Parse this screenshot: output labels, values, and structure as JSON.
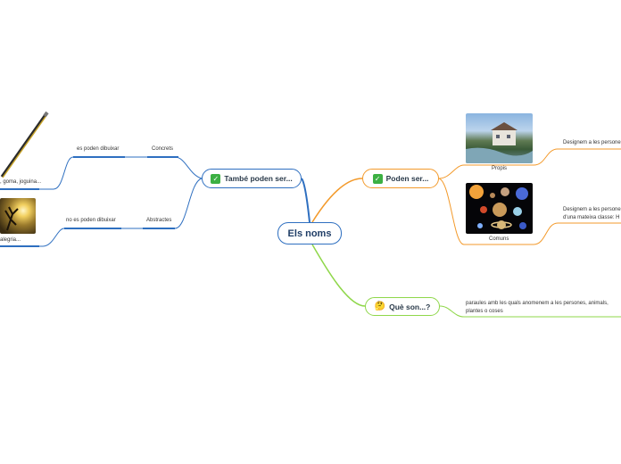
{
  "root": {
    "label": "Els noms"
  },
  "branches": {
    "tambe": {
      "label": "També poden ser..."
    },
    "poden": {
      "label": "Poden ser..."
    },
    "queson": {
      "label": "Què son...?"
    }
  },
  "tambe_children": {
    "concrets": "Concrets",
    "concrets_desc": "es poden dibuixar",
    "concrets_example": ", goma, joguina...",
    "abstractes": "Abstractes",
    "abstractes_desc": "no es poden dibuixar",
    "abstractes_example": "alegria..."
  },
  "poden_children": {
    "propis": "Propis",
    "propis_desc": "Designem a les persone",
    "comuns": "Comuns",
    "comuns_desc_1": "Designem a les persone",
    "comuns_desc_2": "d'una mateixa classe: H"
  },
  "queson_children": {
    "def_1": "paraules amb les quals anomenem a les persones, animals,",
    "def_2": "plantes o coses"
  },
  "icons": {
    "check": "check-icon",
    "thinking": "thinking-face-icon"
  },
  "colors": {
    "blue": "#2e6fc0",
    "orange": "#f39a2b",
    "green": "#8fd74a"
  }
}
